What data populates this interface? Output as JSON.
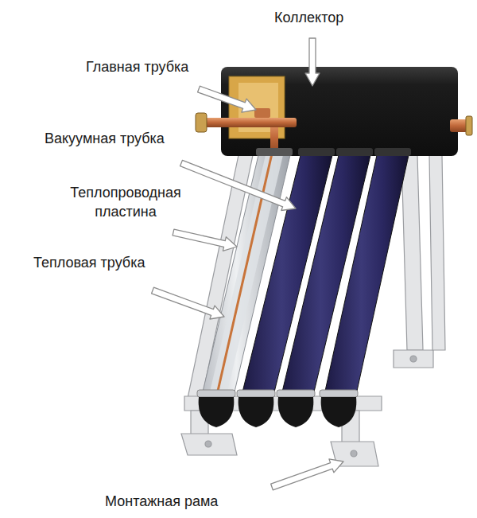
{
  "diagram": {
    "labels": [
      "Коллектор",
      "Главная трубка",
      "Вакуумная трубка",
      "Теплопроводная пластина",
      "Тепловая трубка",
      "Монтажная рама"
    ]
  }
}
